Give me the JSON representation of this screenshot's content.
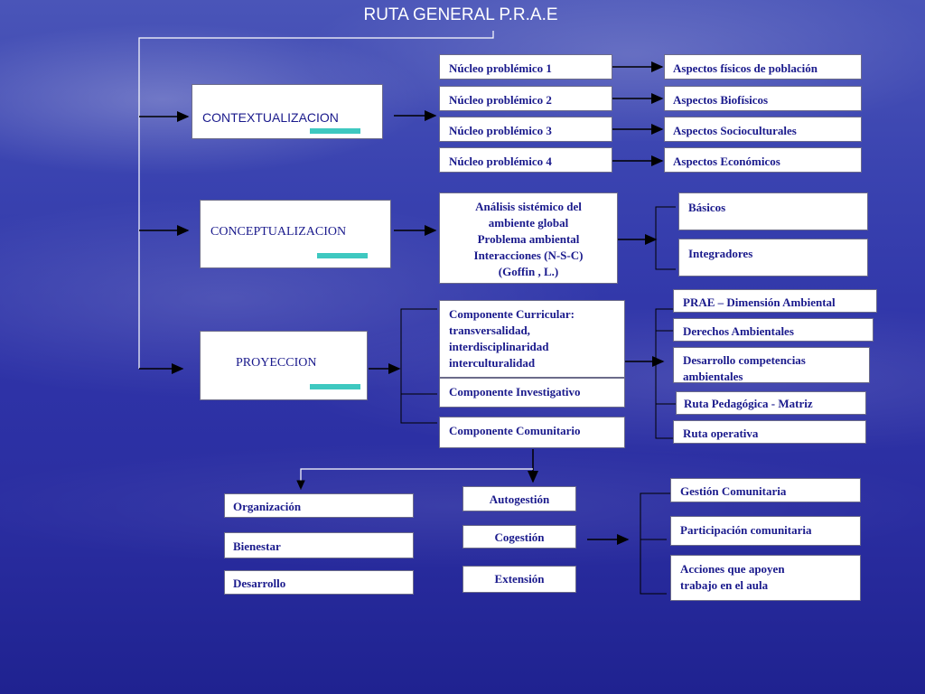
{
  "title": "RUTA GENERAL P.R.A.E",
  "colors": {
    "box_text": "#1a1a8c",
    "accent": "#3ec8c0",
    "line": "#000000",
    "connector_white": "#ffffff"
  },
  "contextualizacion": {
    "label": "CONTEXTUALIZACION",
    "nucleos": [
      "Núcleo problémico  1",
      "Núcleo problémico  2",
      "Núcleo problémico  3",
      "Núcleo problémico  4"
    ],
    "aspectos": [
      "Aspectos físicos de población",
      "Aspectos Biofísicos",
      "Aspectos  Socioculturales",
      "Aspectos Económicos"
    ]
  },
  "conceptualizacion": {
    "label": "CONCEPTUALIZACION",
    "analisis": [
      "Análisis sistémico del",
      "ambiente global",
      "Problema ambiental",
      "Interacciones (N-S-C)",
      "(Goffin , L.)"
    ],
    "outputs": [
      "Básicos",
      "Integradores"
    ]
  },
  "proyeccion": {
    "label": "PROYECCION",
    "curricular": [
      "Componente Curricular:",
      "transversalidad,",
      "interdisciplinaridad",
      "interculturalidad"
    ],
    "investigativo": "Componente Investigativo",
    "comunitario": "Componente Comunitario",
    "outputs": [
      "PRAE – Dimensión Ambiental",
      "Derechos Ambientales",
      "Desarrollo competencias ambientales",
      "Ruta Pedagógica - Matriz",
      "Ruta operativa"
    ]
  },
  "comunitario": {
    "left": [
      "Organización",
      "Bienestar",
      "Desarrollo"
    ],
    "middle": [
      "Autogestión",
      "Cogestión",
      "Extensión"
    ],
    "right": [
      "Gestión Comunitaria",
      "Participación comunitaria",
      "Acciones que apoyen trabajo en el aula"
    ]
  }
}
